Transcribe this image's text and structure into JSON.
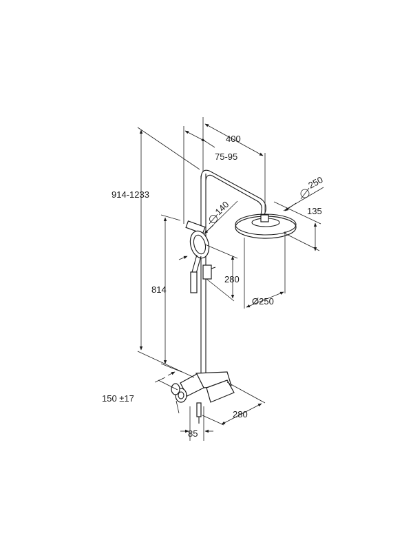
{
  "dimensions": {
    "arm_length": "400",
    "adjust_range": "75-95",
    "total_height": "914-1233",
    "head_diameter_top": "250",
    "head_offset": "135",
    "hand_shower_diameter": "140",
    "rail_height": "814",
    "holder_drop": "280",
    "head_diameter_bottom": "Ø250",
    "inlet_spacing": "150 ±17",
    "depth": "280",
    "wall_offset": "85"
  },
  "colors": {
    "line": "#1a1a1a",
    "background": "#ffffff"
  }
}
